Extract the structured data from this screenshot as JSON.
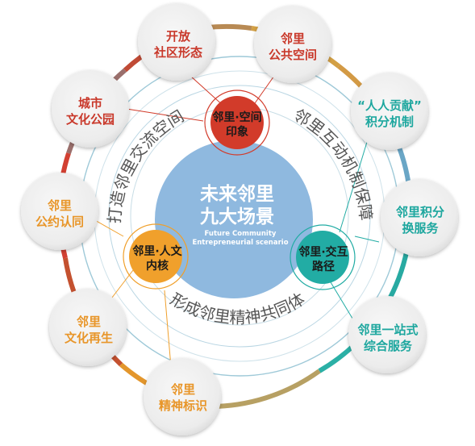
{
  "center": {
    "title_line1": "未来邻里",
    "title_line2": "九大场景",
    "subtitle_line1": "Future Community",
    "subtitle_line2": "Entrepreneurial scenario"
  },
  "hubs": {
    "space": {
      "line1": "邻里·空间",
      "line2": "印象",
      "color": "#d23b2a"
    },
    "humanities": {
      "line1": "邻里·人文",
      "line2": "内核",
      "color": "#f0a02c"
    },
    "interaction": {
      "line1": "邻里·交互",
      "line2": "路径",
      "color": "#22aca4"
    }
  },
  "arc_texts": {
    "left": "打造邻里交流空间",
    "right": "邻里互动机制保障",
    "bottom": "形成邻里精神共同体"
  },
  "satellites": {
    "open_form": {
      "line1": "开放",
      "line2": "社区形态",
      "color": "#c9392b"
    },
    "public_space": {
      "line1": "邻里",
      "line2": "公共空间",
      "color": "#c9392b"
    },
    "city_park": {
      "line1": "城市",
      "line2": "文化公园",
      "color": "#c9392b"
    },
    "contribution": {
      "line1": "“人人贡献”",
      "line2": "积分机制",
      "color": "#1ea79f"
    },
    "points_exchange": {
      "line1": "邻里积分",
      "line2": "换服务",
      "color": "#1ea79f"
    },
    "one_stop": {
      "line1": "邻里一站式",
      "line2": "综合服务",
      "color": "#1ea79f"
    },
    "public_pact": {
      "line1": "邻里",
      "line2": "公约认同",
      "color": "#e8962a"
    },
    "culture_revival": {
      "line1": "邻里",
      "line2": "文化再生",
      "color": "#e8962a"
    },
    "spirit_sign": {
      "line1": "邻里",
      "line2": "精神标识",
      "color": "#e8962a"
    }
  }
}
